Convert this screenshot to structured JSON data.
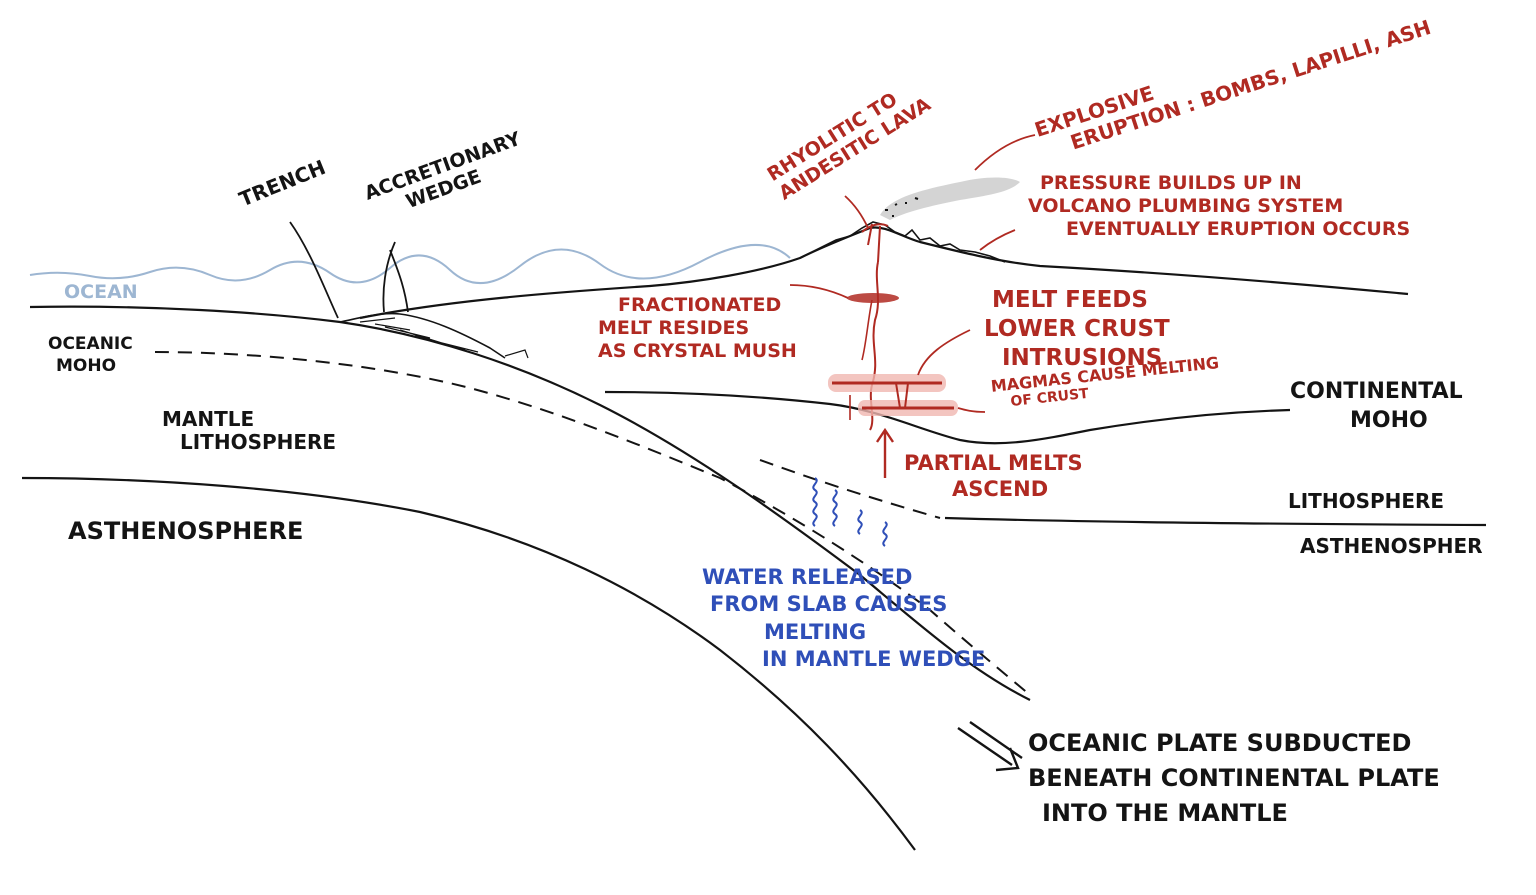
{
  "labels": {
    "trench": "TRENCH",
    "accretionary_wedge": [
      "ACCRETIONARY",
      "WEDGE"
    ],
    "ocean": "OCEAN",
    "oceanic_moho": [
      "OCEANIC",
      "MOHO"
    ],
    "mantle_lithosphere": [
      "MANTLE",
      "LITHOSPHERE"
    ],
    "asthenosphere_left": "ASTHENOSPHERE",
    "rhyolitic_lava": [
      "RHYOLITIC TO",
      "ANDESITIC LAVA"
    ],
    "explosive_eruption": [
      "EXPLOSIVE",
      "ERUPTION : BOMBS, LAPILLI, ASH"
    ],
    "pressure_builds": [
      "PRESSURE BUILDS UP IN",
      "VOLCANO PLUMBING SYSTEM",
      "EVENTUALLY ERUPTION OCCURS"
    ],
    "fractionated_melt": [
      "FRACTIONATED",
      "MELT RESIDES",
      "AS CRYSTAL MUSH"
    ],
    "melt_feeds": [
      "MELT FEEDS",
      "LOWER CRUST",
      "INTRUSIONS"
    ],
    "magmas_melting": [
      "MAGMAS CAUSE MELTING",
      "OF CRUST"
    ],
    "partial_melts": [
      "PARTIAL MELTS",
      "ASCEND"
    ],
    "continental_moho": [
      "CONTINENTAL",
      "MOHO"
    ],
    "lithosphere_right": "LITHOSPHERE",
    "asthenosphere_right": "ASTHENOSPHER",
    "water_released": [
      "WATER RELEASED",
      "FROM SLAB CAUSES",
      "MELTING",
      "IN MANTLE WEDGE"
    ],
    "oceanic_plate": [
      "OCEANIC PLATE SUBDUCTED",
      "BENEATH CONTINENTAL PLATE",
      "INTO THE MANTLE"
    ]
  },
  "colors": {
    "ink": "#141414",
    "magma_red": "#b02a22",
    "water_blue": "#2f4fb8",
    "ocean_blue": "#9db6d2",
    "ash_grey": "#c9c9c9",
    "intrusion_glow": "#f0b6b0"
  }
}
